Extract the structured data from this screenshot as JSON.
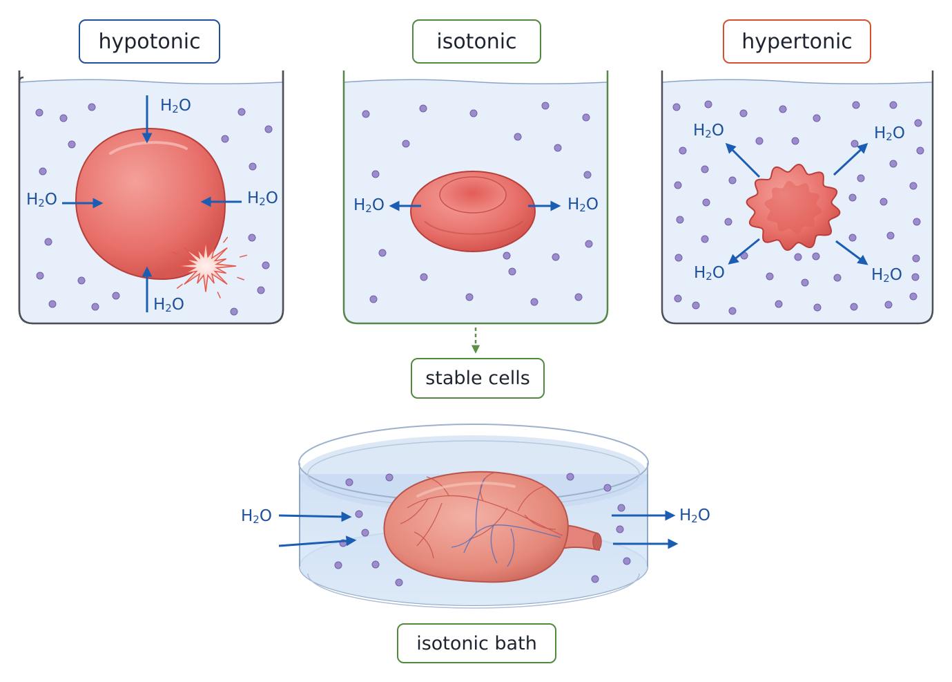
{
  "colors": {
    "hypotonic": "#1f4e9d",
    "isotonic": "#4f8a3c",
    "hypertonic": "#d4502f",
    "water_arrow": "#1a5db3",
    "solute": "#9c8ccb",
    "cell": "#e66c65"
  },
  "panels": [
    {
      "id": "hypotonic",
      "label": "hypotonic"
    },
    {
      "id": "isotonic",
      "label": "isotonic"
    },
    {
      "id": "hypertonic",
      "label": "hypertonic"
    }
  ],
  "result": {
    "label": "stable cells"
  },
  "bath": {
    "label": "isotonic bath"
  },
  "water": {
    "prefix": "H",
    "subscript": "2",
    "suffix": "O"
  },
  "icons": [
    "swollen-cell-icon",
    "burst-icon",
    "biconcave-cell-icon",
    "crenated-cell-icon",
    "organ-icon",
    "petri-dish-icon"
  ]
}
